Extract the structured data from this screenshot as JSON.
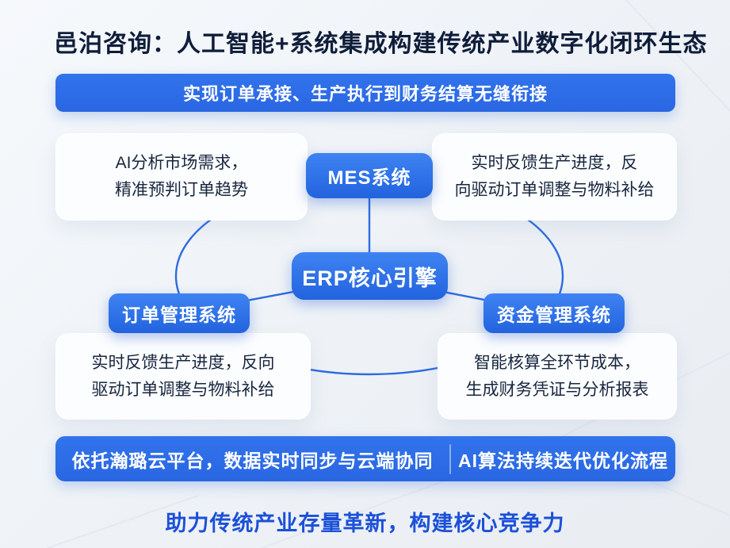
{
  "title": "邑泊咨询：人工智能+系统集成构建传统产业数字化闭环生态",
  "top_banner": {
    "text": "实现订单承接、生产执行到财务结算无缝衔接"
  },
  "nodes": {
    "mes": "MES系统",
    "erp": "ERP核心引擎",
    "order": "订单管理系统",
    "fund": "资金管理系统"
  },
  "cards": {
    "top_left": {
      "line1": "AI分析市场需求，",
      "line2": "精准预判订单趋势"
    },
    "top_right": {
      "line1": "实时反馈生产进度，反",
      "line2": "向驱动订单调整与物料补给"
    },
    "bottom_left": {
      "line1": "实时反馈生产进度，反向",
      "line2": "驱动订单调整与物料补给"
    },
    "bottom_right": {
      "line1": "智能核算全环节成本，",
      "line2": "生成财务凭证与分析报表"
    }
  },
  "bottom_banner": {
    "left": "依托瀚璐云平台，数据实时同步与云端协同",
    "right": "AI算法持续迭代优化流程"
  },
  "footer": "助力传统产业存量革新，构建核心竞争力",
  "colors": {
    "primary_blue": "#2e6be2",
    "node_gradient_top": "#3f83f2",
    "node_gradient_bottom": "#2263de",
    "title_navy": "#0f1d3a",
    "card_text": "#17263f",
    "footer_blue": "#1b50d8",
    "connector_blue": "#2e6be0"
  }
}
